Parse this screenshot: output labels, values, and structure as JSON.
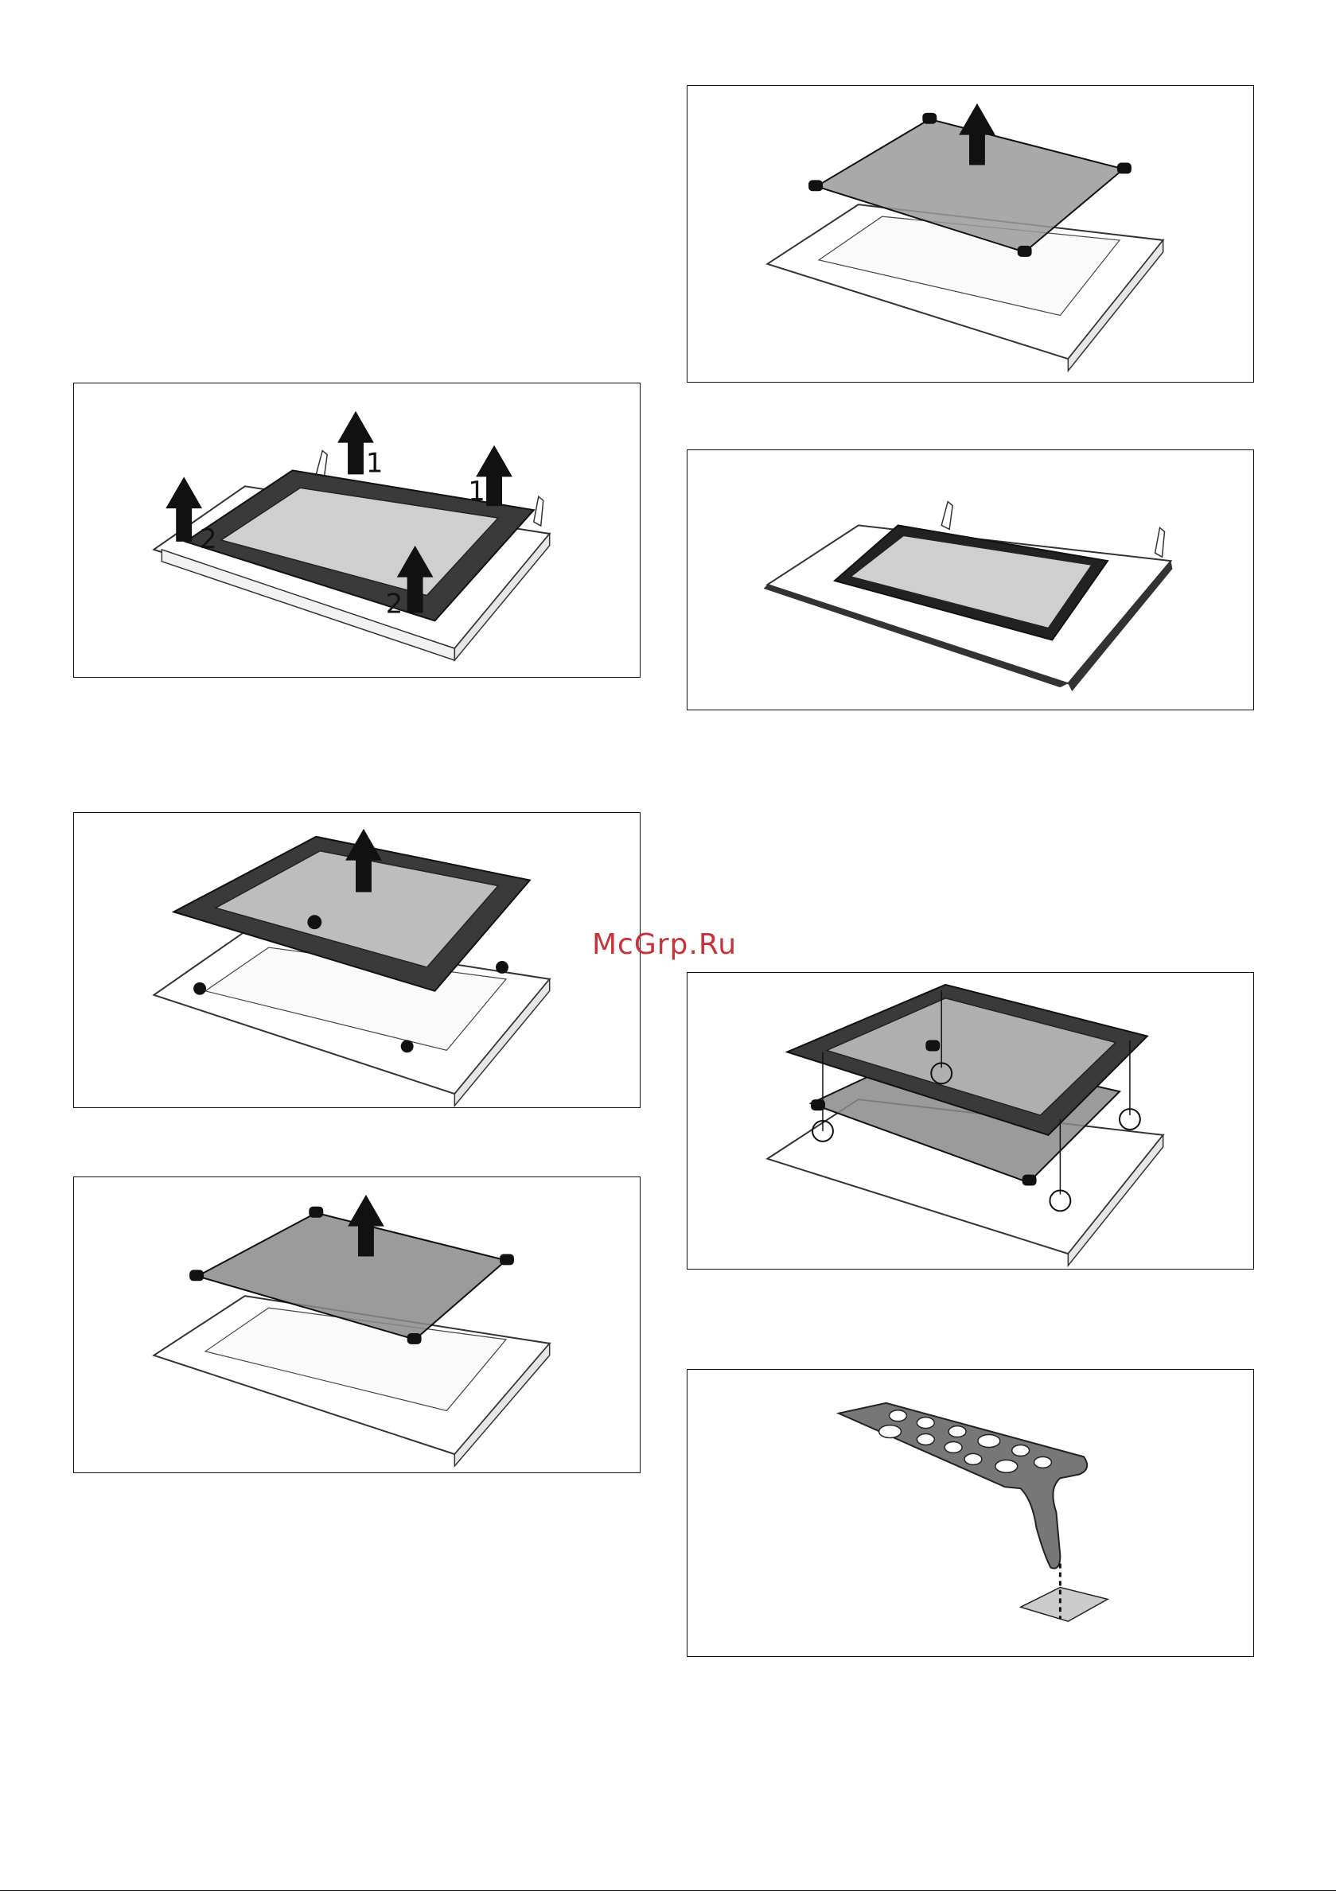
{
  "watermark": "McGrp.Ru",
  "figure1": {
    "step_labels": [
      "1",
      "1",
      "2",
      "2"
    ]
  },
  "colors": {
    "panel_dark": "#3a3a3a",
    "glass_gray": "#8a8a8a",
    "glass_light": "#c9c9c9",
    "watermark": "#c8323a"
  }
}
